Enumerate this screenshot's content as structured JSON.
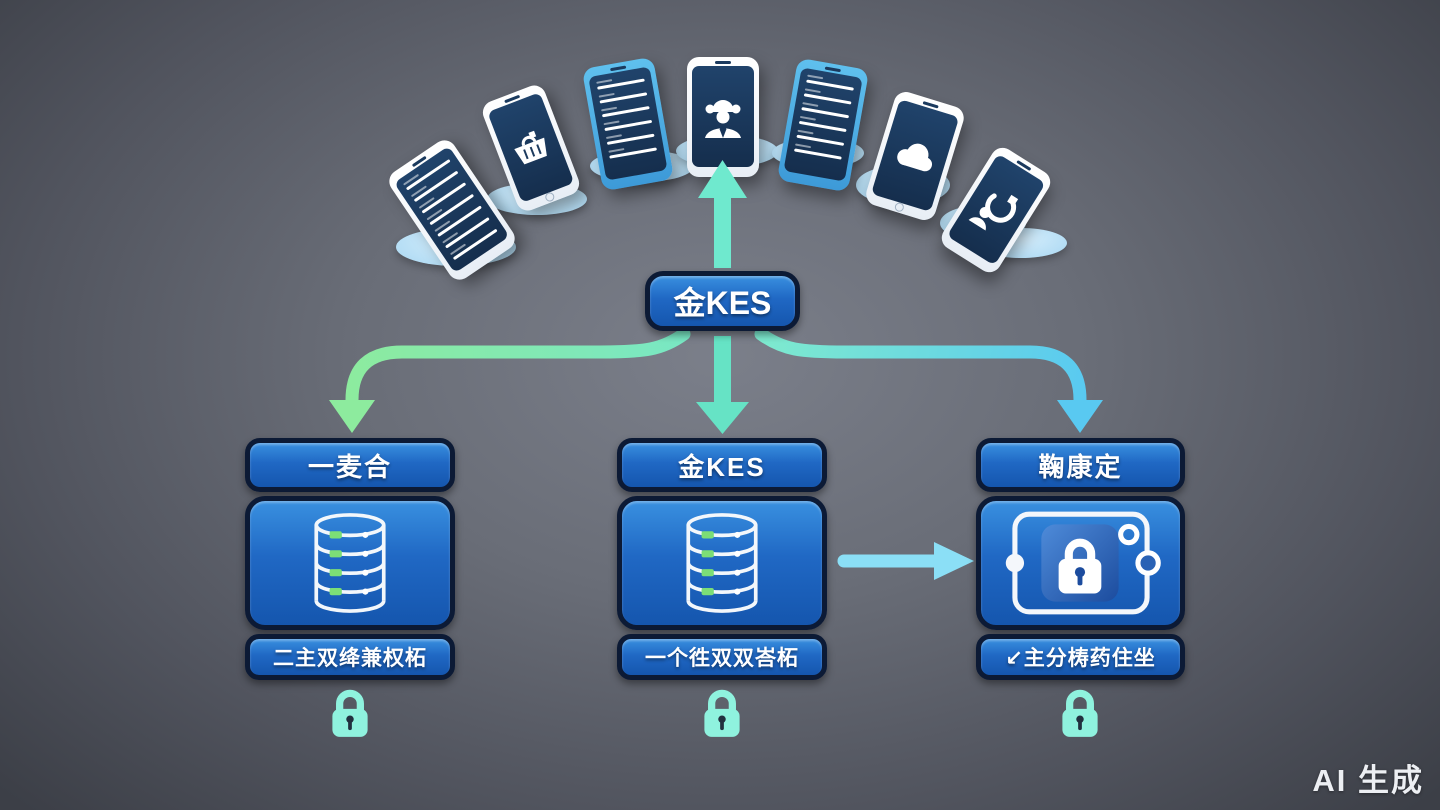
{
  "watermark": "AI 生成",
  "hub": {
    "label": "金KES"
  },
  "phones": [
    {
      "screen": "list",
      "icon": "list-lines-icon",
      "rows": 7,
      "style": "white"
    },
    {
      "screen": "basket",
      "icon": "shopping-basket-icon",
      "style": "white"
    },
    {
      "screen": "list",
      "icon": "list-lines-icon",
      "rows": 6,
      "style": "blue"
    },
    {
      "screen": "user",
      "icon": "user-avatar-icon",
      "style": "white"
    },
    {
      "screen": "list",
      "icon": "list-lines-icon",
      "rows": 6,
      "style": "blue"
    },
    {
      "screen": "cloud",
      "icon": "cloud-icon",
      "style": "white"
    },
    {
      "screen": "support",
      "icon": "support-agent-icon",
      "style": "white"
    }
  ],
  "columns": [
    {
      "header": "一麦合",
      "caption": "二主双绛兼权柘",
      "icon": "database-icon"
    },
    {
      "header": "金KES",
      "caption": "一个徃双双峇柘",
      "icon": "database-icon"
    },
    {
      "header": "鞠康定",
      "caption": "↙主分梼药住坐",
      "icon": "safe-lock-icon"
    }
  ],
  "colors": {
    "box_fill_top": "#3990e0",
    "box_fill_bottom": "#1556ae",
    "box_border": "#0c1a35",
    "arrow_green": "#8deb9e",
    "arrow_teal": "#66e3c5",
    "arrow_sky": "#59c9f1",
    "lock_teal": "#8ff2de",
    "cloud_blue": "#b6def5",
    "db_green": "#7cde76"
  }
}
